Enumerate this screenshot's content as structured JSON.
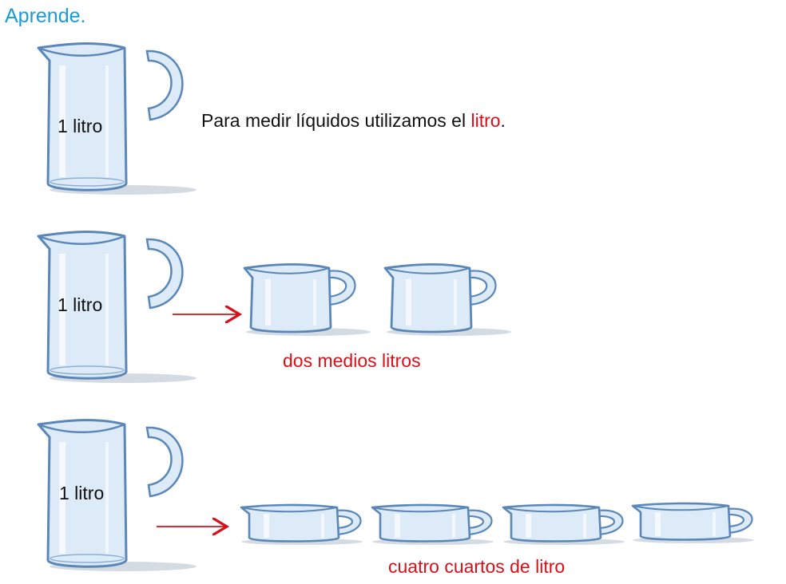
{
  "title": "Aprende.",
  "intro": {
    "before": "Para medir líquidos utilizamos el ",
    "highlight": "litro",
    "after": "."
  },
  "rows": [
    {
      "jug_label": "1 litro"
    },
    {
      "jug_label": "1 litro",
      "result_label": "dos medios litros",
      "container_count": 2
    },
    {
      "jug_label": "1 litro",
      "result_label": "cuatro cuartos de litro",
      "container_count": 4
    }
  ],
  "colors": {
    "title": "#1a9ad8",
    "highlight": "#d8101a",
    "glass_fill": "#dcebf7",
    "glass_stroke": "#5b87b8",
    "arrow": "#d8101a"
  }
}
